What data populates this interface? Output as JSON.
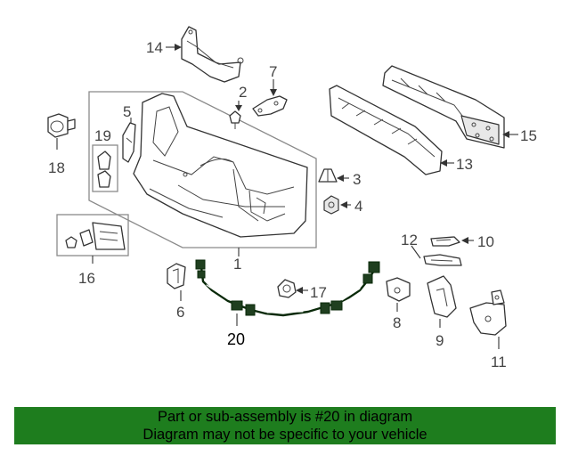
{
  "callouts": {
    "c1": "1",
    "c2": "2",
    "c3": "3",
    "c4": "4",
    "c5": "5",
    "c6": "6",
    "c7": "7",
    "c8": "8",
    "c9": "9",
    "c10": "10",
    "c11": "11",
    "c12": "12",
    "c13": "13",
    "c14": "14",
    "c15": "15",
    "c16": "16",
    "c17": "17",
    "c18": "18",
    "c19": "19",
    "c20": "20"
  },
  "highlighted_part": "20",
  "colors": {
    "banner_bg": "#1e7d1e",
    "harness": "#0a2a0a"
  },
  "banner": {
    "line1": "Part or sub-assembly is #20 in diagram",
    "line2": "Diagram may not be specific to your vehicle"
  }
}
